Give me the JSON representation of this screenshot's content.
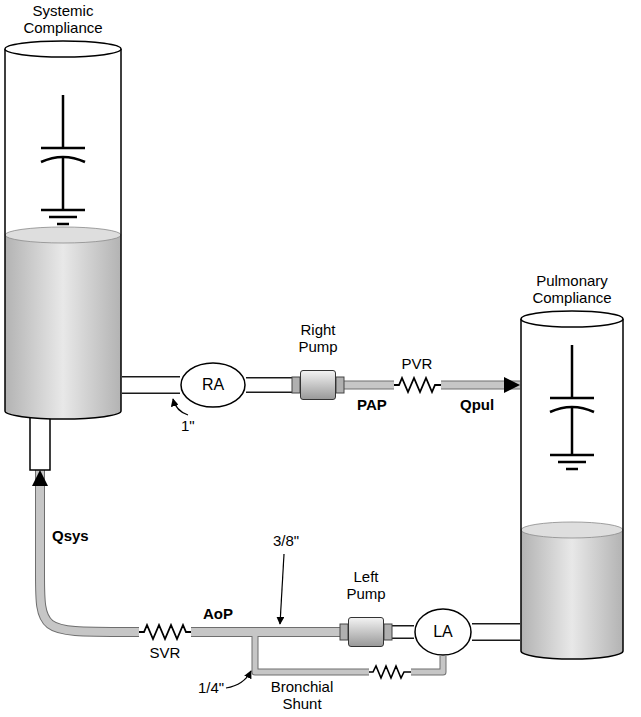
{
  "diagram": {
    "nodes": [
      {
        "text": [
          "Systemic Compliance"
        ]
      },
      {
        "text": [
          "RA"
        ]
      },
      {
        "text": [
          "Right Pump"
        ]
      },
      {
        "text": [
          "Pulmonary Compliance"
        ]
      },
      {
        "text": [
          "LA"
        ]
      },
      {
        "text": [
          "Left Pump"
        ]
      }
    ],
    "edges": [
      {
        "from": 0,
        "to": 1,
        "arrow": "none"
      },
      {
        "from": 1,
        "to": 2,
        "arrow": "none"
      },
      {
        "from": 2,
        "to": 3,
        "arrow": "to"
      },
      {
        "from": 3,
        "to": 4,
        "arrow": "none"
      },
      {
        "from": 4,
        "to": 5,
        "arrow": "none"
      },
      {
        "from": 5,
        "to": 0,
        "arrow": "to"
      },
      {
        "from": 5,
        "to": 4,
        "arrow": "none"
      }
    ],
    "labels": [
      "1\"",
      "PVR",
      "PAP",
      "Qpul",
      "3/8\"",
      "AoP",
      "SVR",
      "Qsys",
      "1/4\"",
      "Bronchial Shunt"
    ]
  }
}
